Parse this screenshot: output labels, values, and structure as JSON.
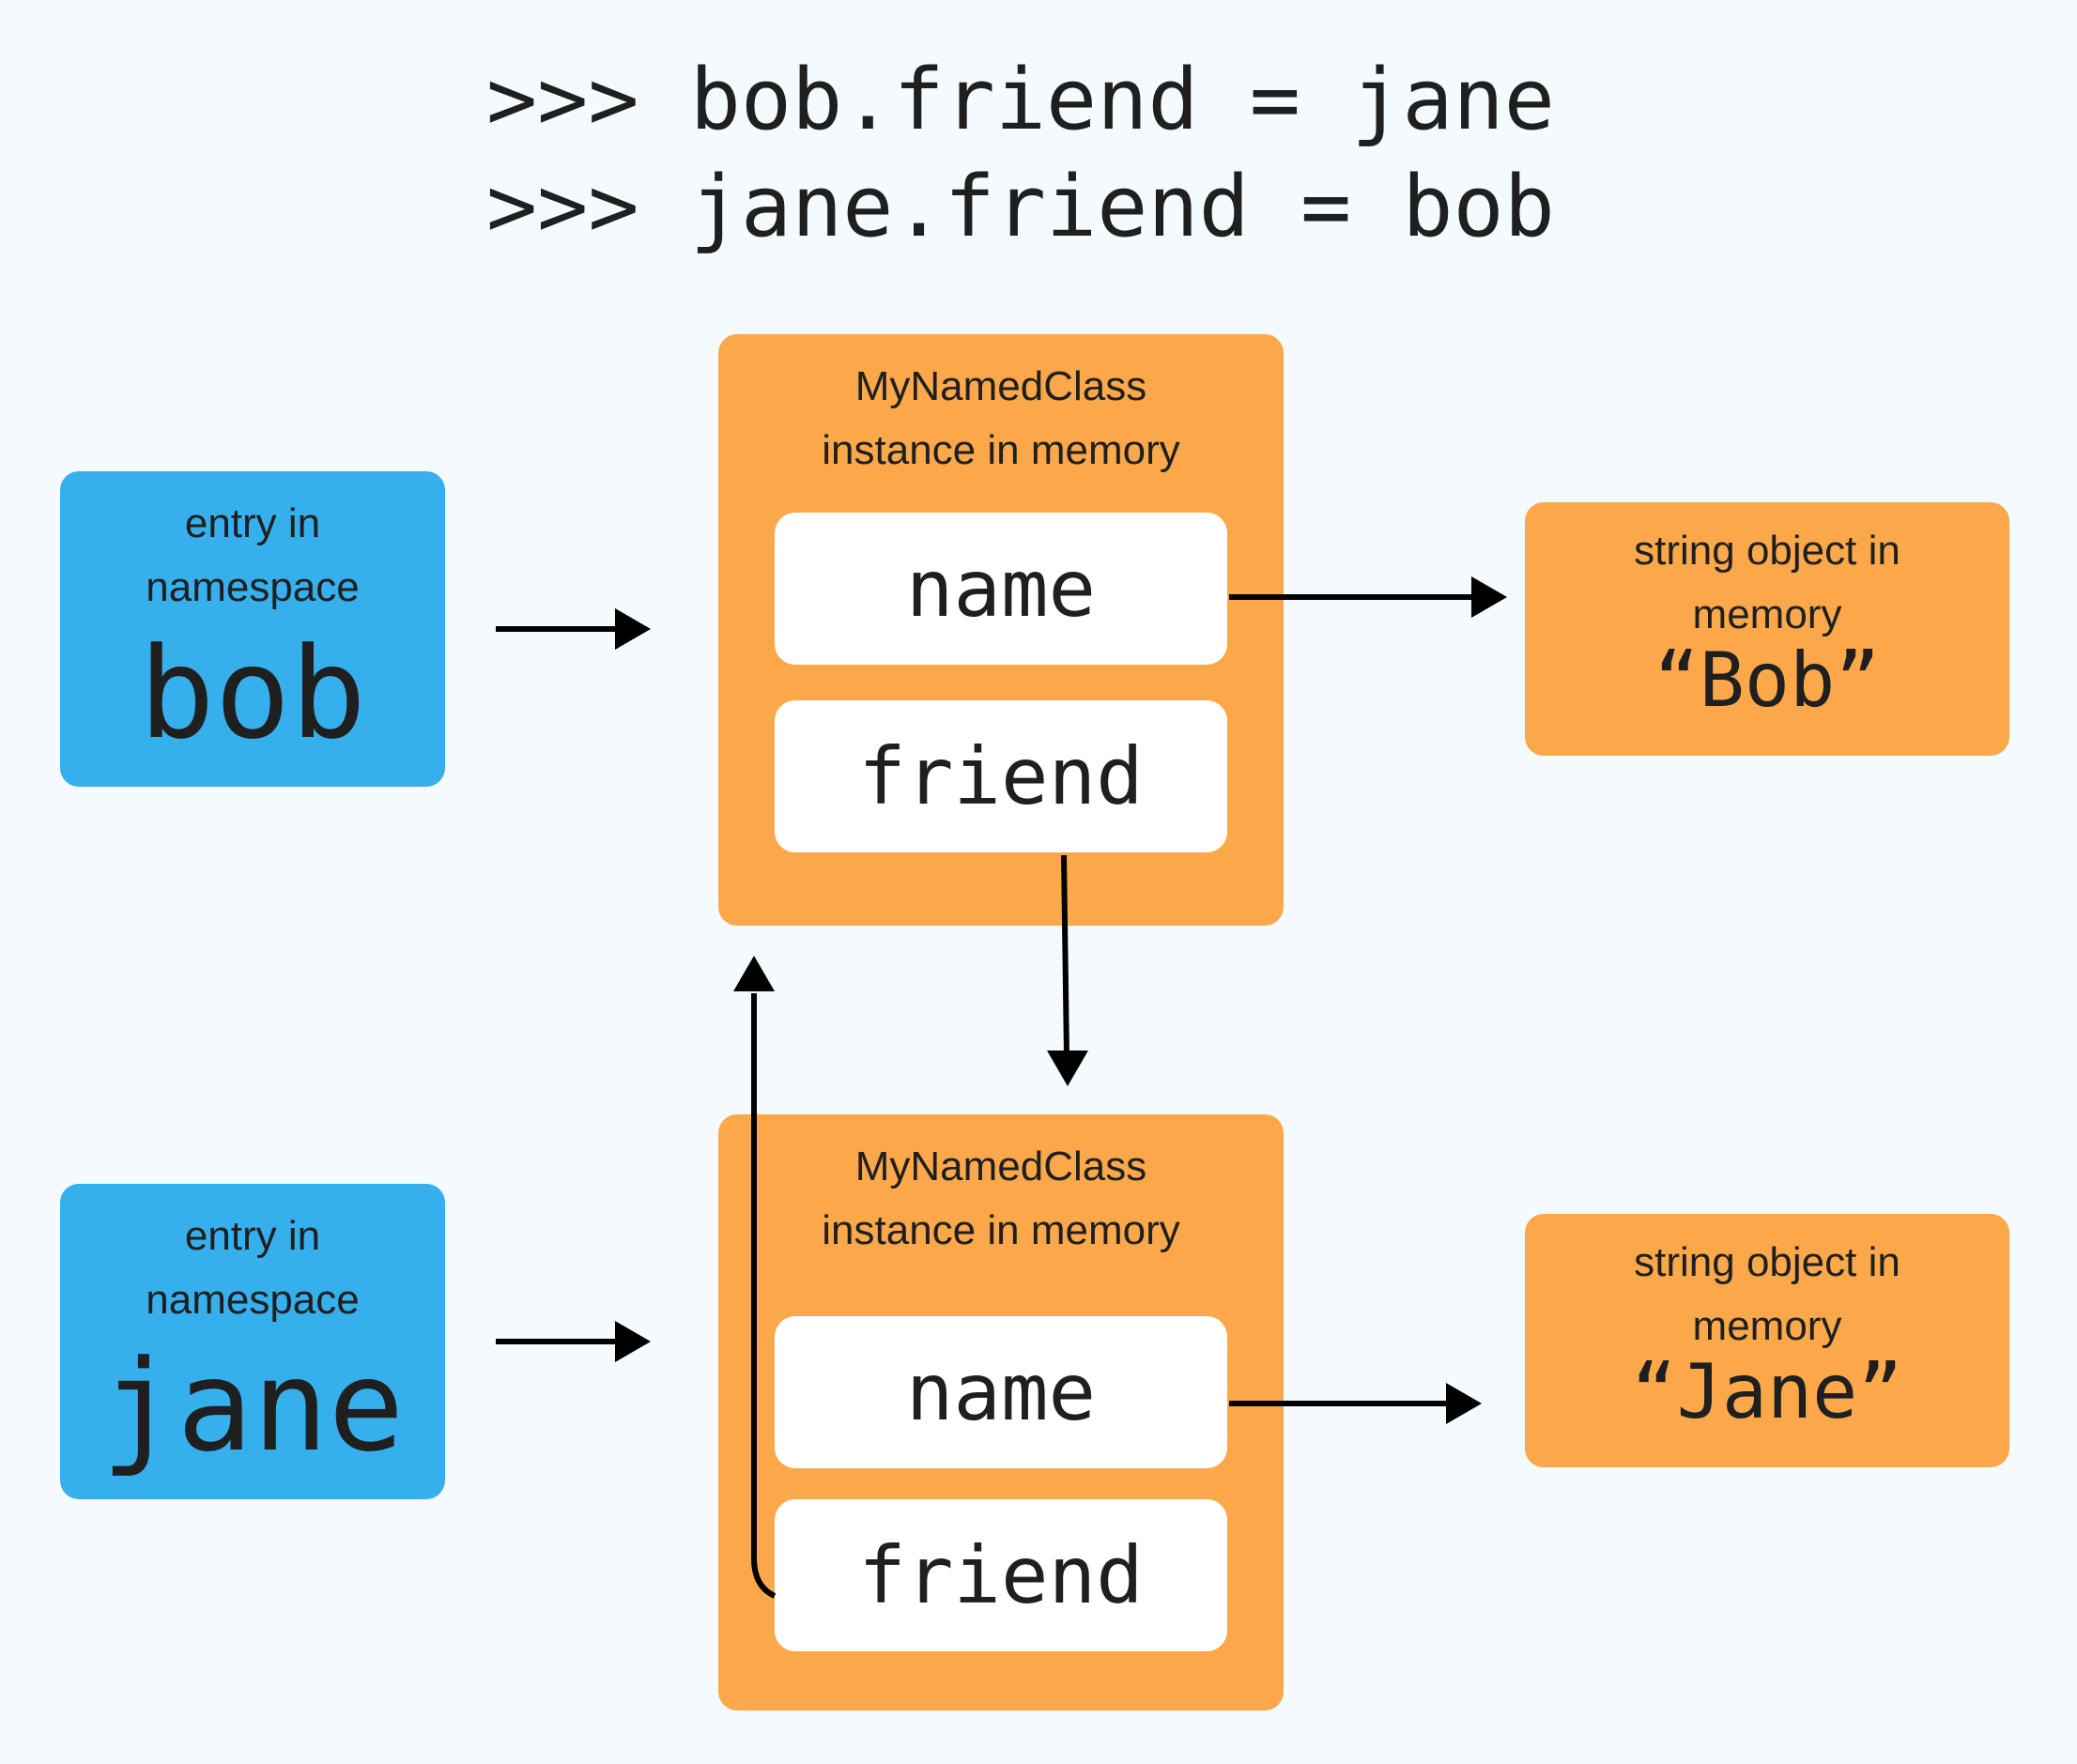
{
  "code_lines": [
    ">>> bob.friend = jane",
    ">>> jane.friend = bob"
  ],
  "namespace_entries": [
    {
      "caption_line1": "entry in",
      "caption_line2": "namespace",
      "variable": "bob"
    },
    {
      "caption_line1": "entry in",
      "caption_line2": "namespace",
      "variable": "jane"
    }
  ],
  "instances": [
    {
      "caption_line1": "MyNamedClass",
      "caption_line2": "instance in memory",
      "field1": "name",
      "field2": "friend"
    },
    {
      "caption_line1": "MyNamedClass",
      "caption_line2": "instance in memory",
      "field1": "name",
      "field2": "friend"
    }
  ],
  "strings": [
    {
      "caption_line1": "string object in",
      "caption_line2": "memory",
      "value": "“Bob”"
    },
    {
      "caption_line1": "string object in",
      "caption_line2": "memory",
      "value": "“Jane”"
    }
  ],
  "colors": {
    "background": "#f4fafd",
    "namespace_box": "#35b0ec",
    "memory_box": "#fba84b",
    "field_box": "#ffffff",
    "arrow": "#000000"
  }
}
